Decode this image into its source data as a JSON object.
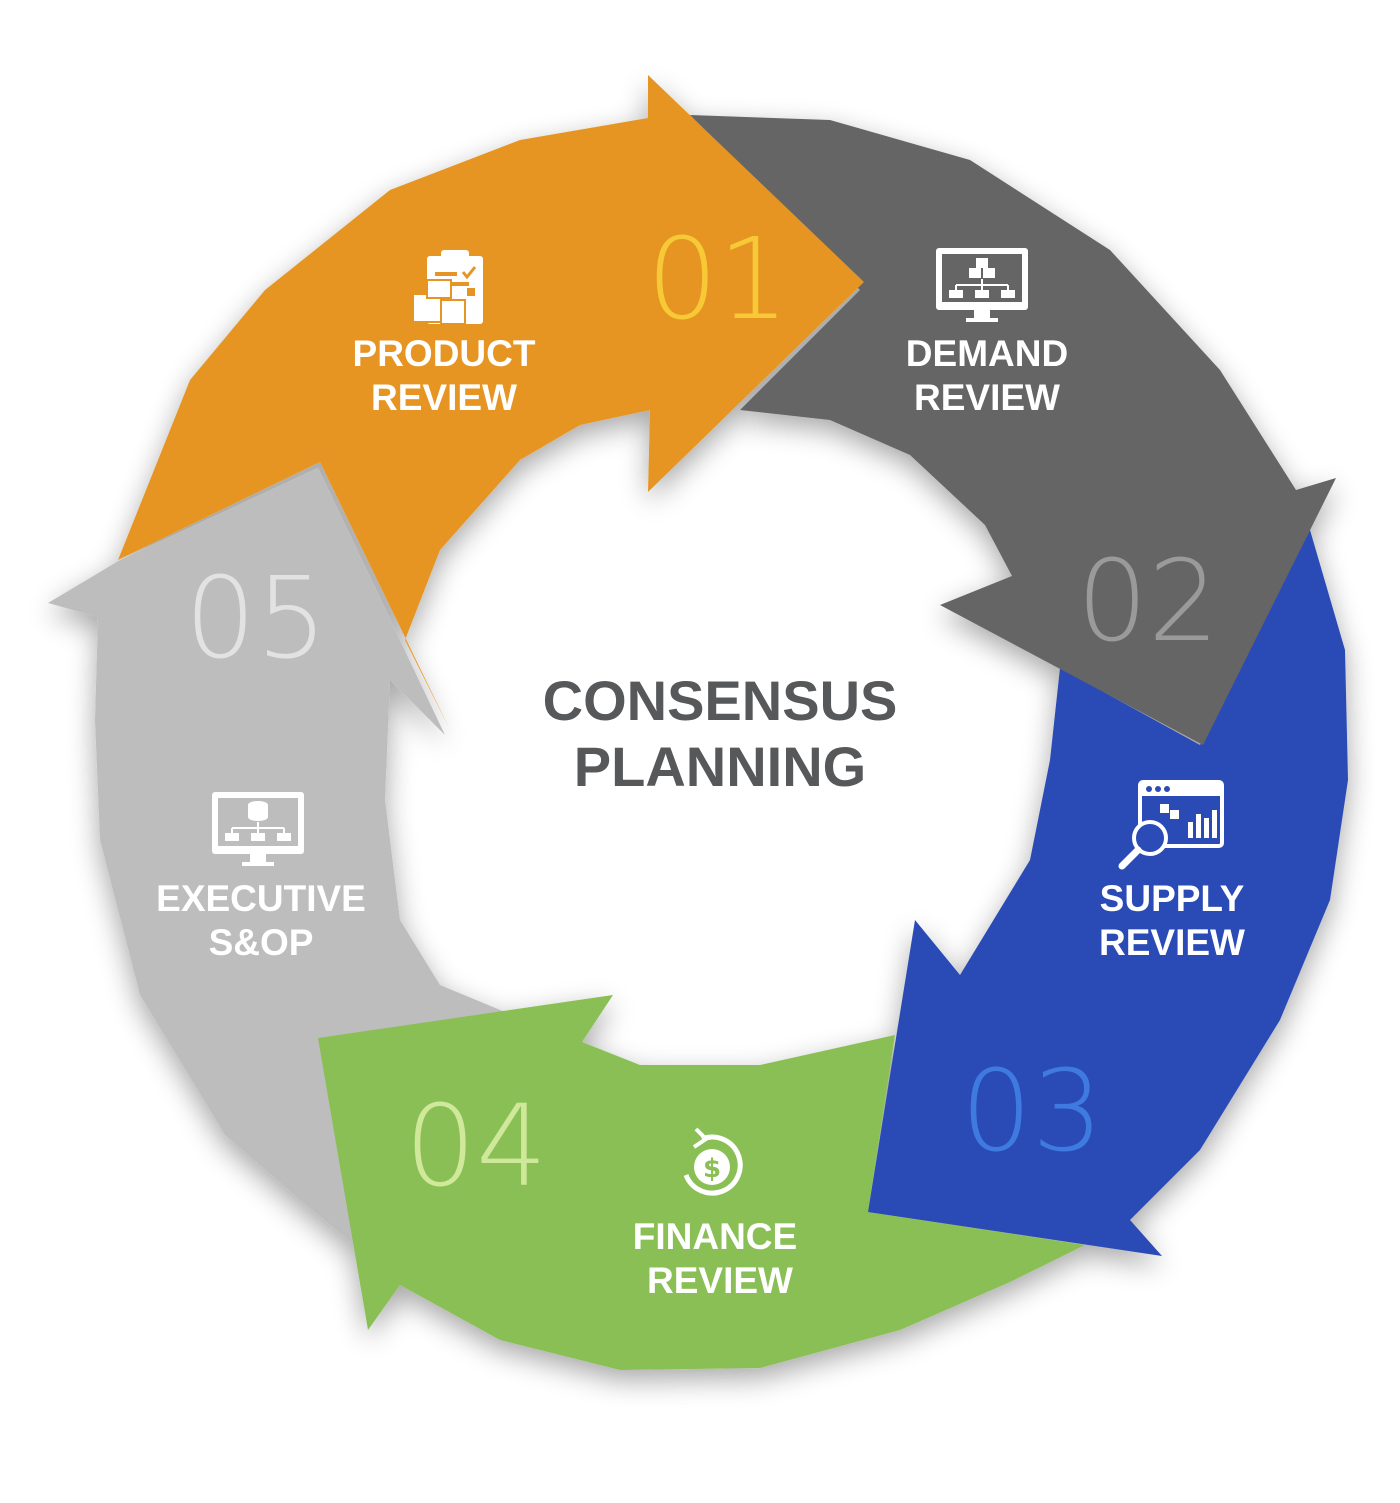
{
  "center": {
    "line1": "CONSENSUS",
    "line2": "PLANNING"
  },
  "stages": [
    {
      "number": "01",
      "label_line1": "PRODUCT",
      "label_line2": "REVIEW",
      "icon": "clipboard-boxes-icon",
      "color": "#e69524",
      "number_color": "#f7c936"
    },
    {
      "number": "02",
      "label_line1": "DEMAND",
      "label_line2": "REVIEW",
      "icon": "monitor-hierarchy-icon",
      "color": "#656565",
      "number_color": "#9a9a9a"
    },
    {
      "number": "03",
      "label_line1": "SUPPLY",
      "label_line2": "REVIEW",
      "icon": "analytics-magnifier-icon",
      "color": "#2b4bb6",
      "number_color": "#3f7ae0"
    },
    {
      "number": "04",
      "label_line1": "FINANCE",
      "label_line2": "REVIEW",
      "icon": "dollar-cycle-icon",
      "color": "#89bf54",
      "number_color": "#cfe89a"
    },
    {
      "number": "05",
      "label_line1": "EXECUTIVE",
      "label_line2": "S&OP",
      "icon": "monitor-database-icon",
      "color": "#bdbdbd",
      "number_color": "#e2e2e2"
    }
  ]
}
